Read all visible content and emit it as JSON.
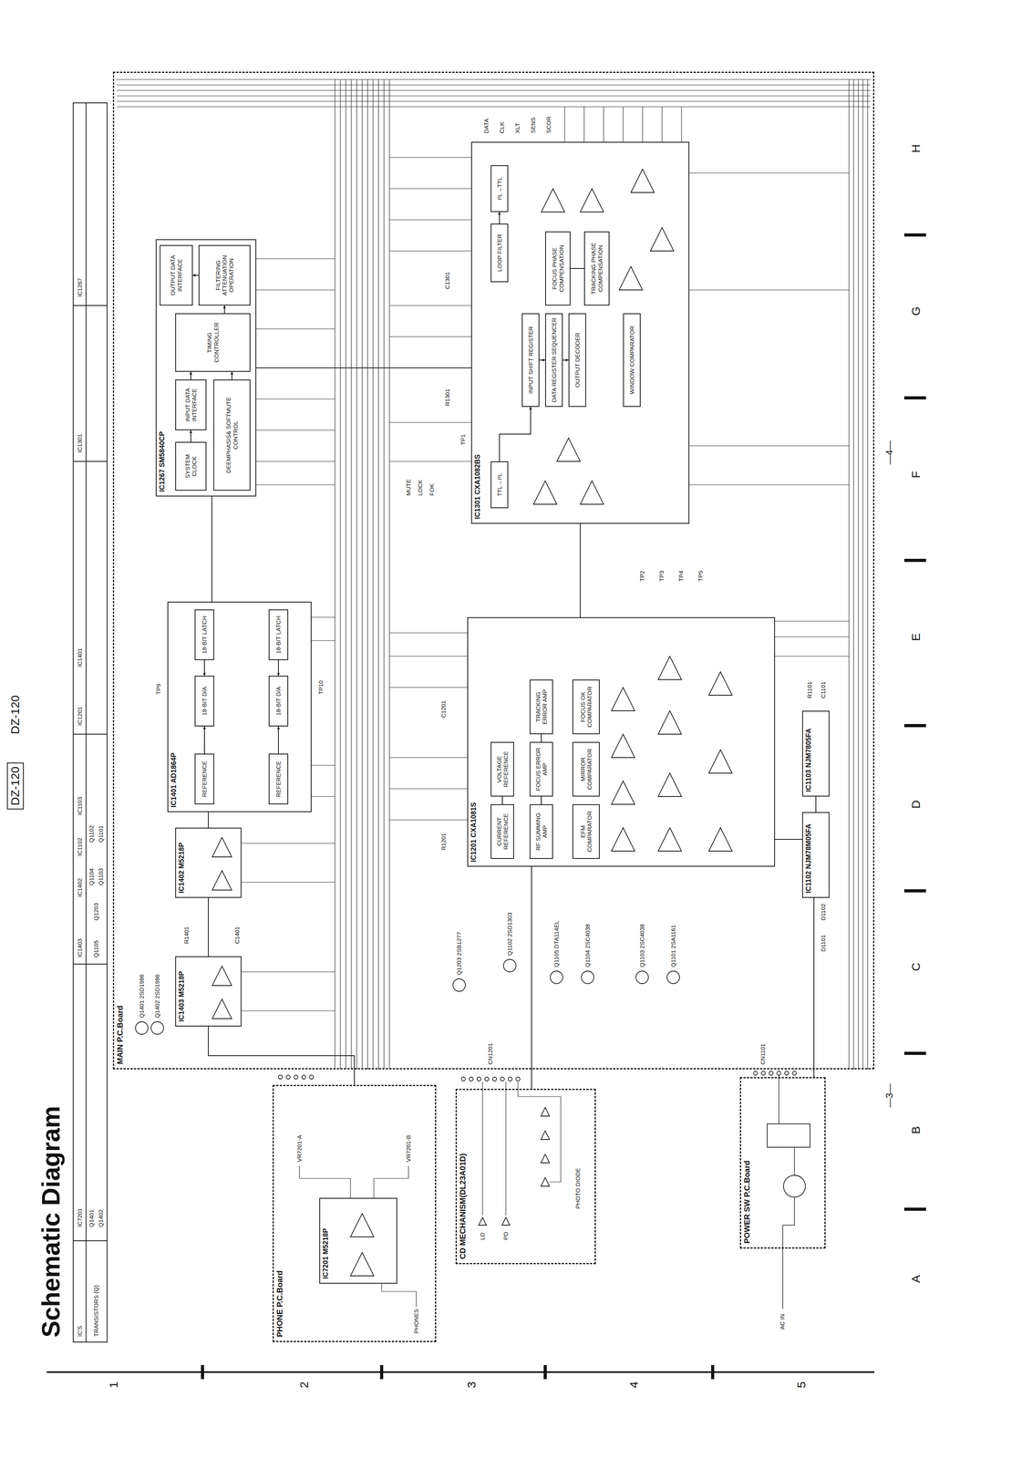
{
  "diagram": {
    "title": "Schematic Diagram",
    "nodes": [
      {
        "text": [
          "MAIN P.C.Board"
        ]
      },
      {
        "text": [
          "IC1267 SM5840CP"
        ],
        "in": 0
      },
      {
        "text": [
          "SYSTEM CLOCK"
        ],
        "in": 1
      },
      {
        "text": [
          "INPUT DATA INTERFACE"
        ],
        "in": 1
      },
      {
        "text": [
          "DEEMPHASIS& SOFTMUTE CONTROL"
        ],
        "in": 1
      },
      {
        "text": [
          "TIMING CONTROLLER"
        ],
        "in": 1
      },
      {
        "text": [
          "FILTERING ATTENUATION OPERATION"
        ],
        "in": 1
      },
      {
        "text": [
          "OUTPUT DATA INTERFACE"
        ],
        "in": 1
      },
      {
        "text": [
          "IC1401 AD1864P"
        ],
        "in": 0
      },
      {
        "text": [
          "18-BIT LATCH"
        ],
        "in": 8
      },
      {
        "text": [
          "18-BIT D/A"
        ],
        "in": 8
      },
      {
        "text": [
          "REFERENCE"
        ],
        "in": 8
      },
      {
        "text": [
          "18-BIT LATCH"
        ],
        "in": 8
      },
      {
        "text": [
          "18-BIT D/A"
        ],
        "in": 8
      },
      {
        "text": [
          "REFERENCE"
        ],
        "in": 8
      },
      {
        "text": [
          "IC1402 M5218P"
        ],
        "in": 0
      },
      {
        "text": [
          "IC1403 M5218P"
        ],
        "in": 0
      },
      {
        "text": [
          "IC1201 CXA1081S"
        ],
        "in": 0
      },
      {
        "text": [
          "CURRENT REFERENCE"
        ],
        "in": 17
      },
      {
        "text": [
          "VOLTAGE REFERENCE"
        ],
        "in": 17
      },
      {
        "text": [
          "RF SUMMING AMP"
        ],
        "in": 17
      },
      {
        "text": [
          "FOCUS ERROR AMP"
        ],
        "in": 17
      },
      {
        "text": [
          "TRACKING ERROR AMP"
        ],
        "in": 17
      },
      {
        "text": [
          "EFM COMPARATOR"
        ],
        "in": 17
      },
      {
        "text": [
          "MIRROR COMPARATOR"
        ],
        "in": 17
      },
      {
        "text": [
          "FOCUS OK COMPARATOR"
        ],
        "in": 17
      },
      {
        "text": [
          "IC1301 CXA1082BS"
        ],
        "in": 0
      },
      {
        "text": [
          "TTL→I²L"
        ],
        "in": 26
      },
      {
        "text": [
          "LOOP FILTER"
        ],
        "in": 26
      },
      {
        "text": [
          "INPUT SHIFT REGISTER"
        ],
        "in": 26
      },
      {
        "text": [
          "DATA REGISTER SEQUENCER"
        ],
        "in": 26
      },
      {
        "text": [
          "OUTPUT DECODER"
        ],
        "in": 26
      },
      {
        "text": [
          "FOCUS PHASE COMPENSATION"
        ],
        "in": 26
      },
      {
        "text": [
          "TRACKING PHASE COMPENSATION"
        ],
        "in": 26
      },
      {
        "text": [
          "WINDOW COMPARATOR"
        ],
        "in": 26
      },
      {
        "text": [
          "I²L→TTL"
        ],
        "in": 26
      },
      {
        "text": [
          "IC1102 NJM78M05FA"
        ],
        "in": 0
      },
      {
        "text": [
          "IC1103 NJM7805FA"
        ],
        "in": 0
      },
      {
        "text": [
          "PHONE P.C.Board"
        ]
      },
      {
        "text": [
          "IC7201 M5218P"
        ],
        "in": 38
      },
      {
        "text": [
          "CD MECHANISM(DL23A01D)"
        ]
      },
      {
        "text": [
          "POWER SW P.C.Board"
        ]
      }
    ],
    "edges": [
      {
        "from": 26,
        "to": 1,
        "arrow": "none"
      },
      {
        "from": 1,
        "to": 8,
        "arrow": "none"
      },
      {
        "from": 8,
        "to": 15,
        "arrow": "none"
      },
      {
        "from": 15,
        "to": 16,
        "arrow": "none"
      },
      {
        "from": 16,
        "to": 38,
        "arrow": "none"
      },
      {
        "from": 40,
        "to": 17,
        "arrow": "none"
      },
      {
        "from": 17,
        "to": 26,
        "arrow": "none"
      },
      {
        "from": 41,
        "to": 36,
        "arrow": "none"
      },
      {
        "from": 36,
        "to": 37,
        "arrow": "none"
      },
      {
        "from": 36,
        "to": 17,
        "arrow": "none"
      },
      {
        "from": 2,
        "to": 3,
        "arrow": "to"
      },
      {
        "from": 3,
        "to": 5,
        "arrow": "to"
      },
      {
        "from": 4,
        "to": 5,
        "arrow": "to"
      },
      {
        "from": 5,
        "to": 6,
        "arrow": "to"
      },
      {
        "from": 6,
        "to": 7,
        "arrow": "to"
      },
      {
        "from": 9,
        "to": 10,
        "arrow": "to"
      },
      {
        "from": 11,
        "to": 10,
        "arrow": "to"
      },
      {
        "from": 12,
        "to": 13,
        "arrow": "to"
      },
      {
        "from": 14,
        "to": 13,
        "arrow": "to"
      },
      {
        "from": 18,
        "to": 19,
        "arrow": "none"
      },
      {
        "from": 20,
        "to": 21,
        "arrow": "none"
      },
      {
        "from": 21,
        "to": 22,
        "arrow": "none"
      },
      {
        "from": 27,
        "to": 29,
        "arrow": "to"
      },
      {
        "from": 29,
        "to": 30,
        "arrow": "to"
      },
      {
        "from": 30,
        "to": 31,
        "arrow": "to"
      },
      {
        "from": 28,
        "to": 35,
        "arrow": "to"
      },
      {
        "from": 32,
        "to": 33,
        "arrow": "none"
      }
    ],
    "labels": [
      "DZ-120",
      "DZ-120",
      "IC'S",
      "IC7201",
      "IC1403",
      "IC1402",
      "IC1102",
      "IC1103",
      "IC1201",
      "IC1401",
      "IC1301",
      "IC1267",
      "TRANSISTORS (Q)",
      "Q1401",
      "Q1402",
      "Q1105",
      "Q1203",
      "Q1104",
      "Q1103",
      "Q1102",
      "Q1101",
      "A",
      "B",
      "C",
      "D",
      "E",
      "F",
      "G",
      "H",
      "1",
      "2",
      "3",
      "4",
      "5",
      "—3—",
      "—4—",
      "TP9",
      "TP10",
      "TP1",
      "TP2",
      "TP3",
      "TP4",
      "TP5",
      "Q1401 2SD1986",
      "Q1402 2SD1986",
      "Q1203 2SB1277",
      "Q1102 2SD1303",
      "Q1105 DTA114EL",
      "Q1104 2SC4038",
      "Q1103 2SC4038",
      "Q1101 2SA1161",
      "MUTE",
      "LOCK",
      "FOK",
      "DATA",
      "CLK",
      "XLT",
      "SENS",
      "SCOR",
      "PHOTO DIODE",
      "LD",
      "PD",
      "PHONES",
      "VR7201-A",
      "VR7201-B",
      "AC IN",
      "CN1201",
      "CN1101",
      "R1401",
      "C1401",
      "R1201",
      "C1201",
      "R1301",
      "C1301",
      "R1101",
      "C1101",
      "D1101",
      "D1102"
    ]
  }
}
